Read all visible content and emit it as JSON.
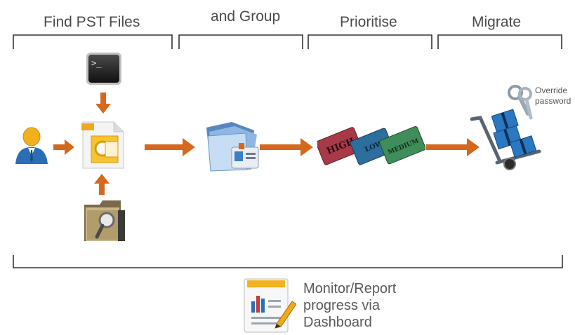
{
  "stages": [
    {
      "label": "Find PST Files"
    },
    {
      "label": "and Group"
    },
    {
      "label": "Prioritise"
    },
    {
      "label": "Migrate"
    }
  ],
  "priority_tags": {
    "high": "HIGH",
    "low": "LOW",
    "medium": "MEDIUM"
  },
  "migrate_note": {
    "line1": "Override",
    "line2": "password"
  },
  "dashboard_note": {
    "line1": "Monitor/Report",
    "line2": "progress via",
    "line3": "Dashboard"
  },
  "colors": {
    "arrow": "#d4691e",
    "bracket": "#333333",
    "label": "#4a4a4a",
    "high_tag": "#a83a47",
    "low_tag": "#2c6e9e",
    "medium_tag": "#3f8d5a",
    "box_blue": "#2a78c2"
  }
}
